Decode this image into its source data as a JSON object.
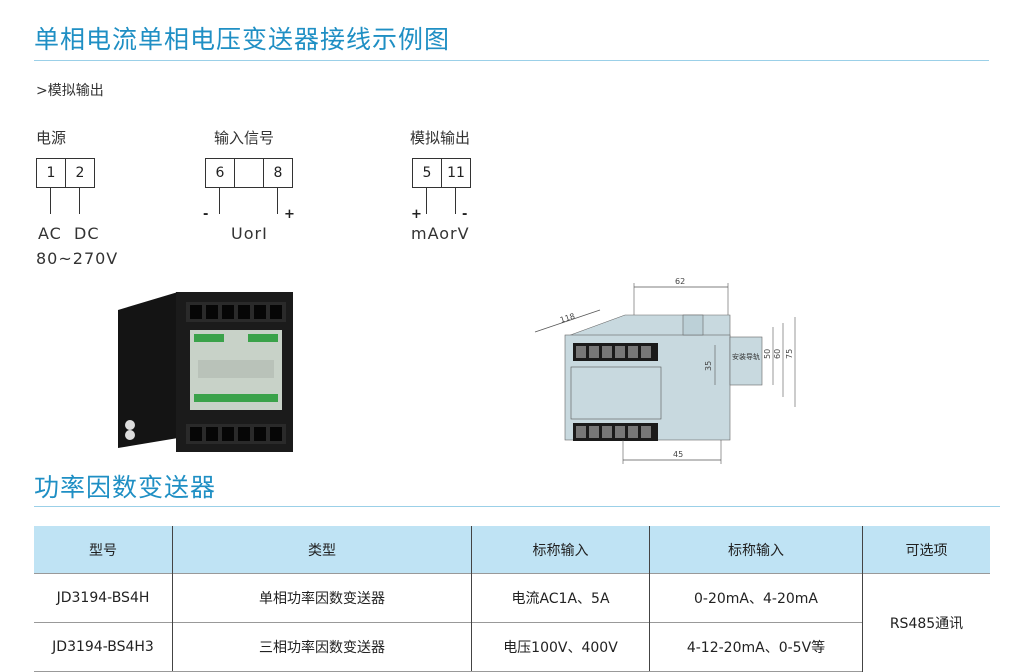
{
  "section1": {
    "title": "单相电流单相电压变送器接线示例图",
    "subtitle": ">模拟输出"
  },
  "power": {
    "label": "电源",
    "terminals": [
      "1",
      "2"
    ],
    "lead_labels": "AC  DC",
    "range": "80~270V"
  },
  "input": {
    "label": "输入信号",
    "terminals": [
      "6",
      "",
      "8"
    ],
    "minus": "-",
    "plus": "+",
    "signal": "UorI"
  },
  "output": {
    "label": "模拟输出",
    "terminals": [
      "5",
      "11"
    ],
    "plus": "+",
    "minus": "-",
    "signal": "mAorV"
  },
  "drawing": {
    "dim_62": "62",
    "dim_118": "118",
    "dim_35": "35",
    "dim_50": "50",
    "dim_60": "60",
    "dim_75": "75",
    "dim_45": "45",
    "rail_label": "安装导轨"
  },
  "section2": {
    "title": "功率因数变送器"
  },
  "table": {
    "headers": [
      "型号",
      "类型",
      "标称输入",
      "标称输入",
      "可选项"
    ],
    "rows": [
      {
        "model": "JD3194-BS4H",
        "type": "单相功率因数变送器",
        "input": "电流AC1A、5A"
      },
      {
        "model": "JD3194-BS4H3",
        "type": "三相功率因数变送器",
        "input": "电压100V、400V"
      }
    ],
    "output_1": "0-20mA、4-20mA",
    "output_2": "4-12-20mA、0-5V等",
    "option": "RS485通讯"
  }
}
